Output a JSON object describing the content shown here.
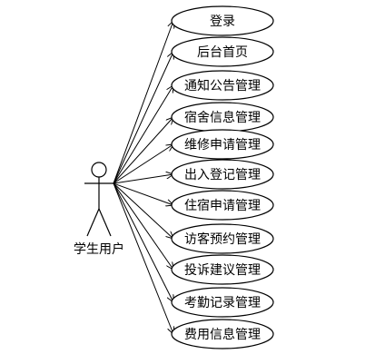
{
  "actor": {
    "label": "学生用户"
  },
  "use_cases": [
    {
      "label": "登录"
    },
    {
      "label": "后台首页"
    },
    {
      "label": "通知公告管理"
    },
    {
      "label": "宿舍信息管理"
    },
    {
      "label": "维修申请管理"
    },
    {
      "label": "出入登记管理"
    },
    {
      "label": "住宿申请管理"
    },
    {
      "label": "访客预约管理"
    },
    {
      "label": "投诉建议管理"
    },
    {
      "label": "考勤记录管理"
    },
    {
      "label": "费用信息管理"
    }
  ]
}
